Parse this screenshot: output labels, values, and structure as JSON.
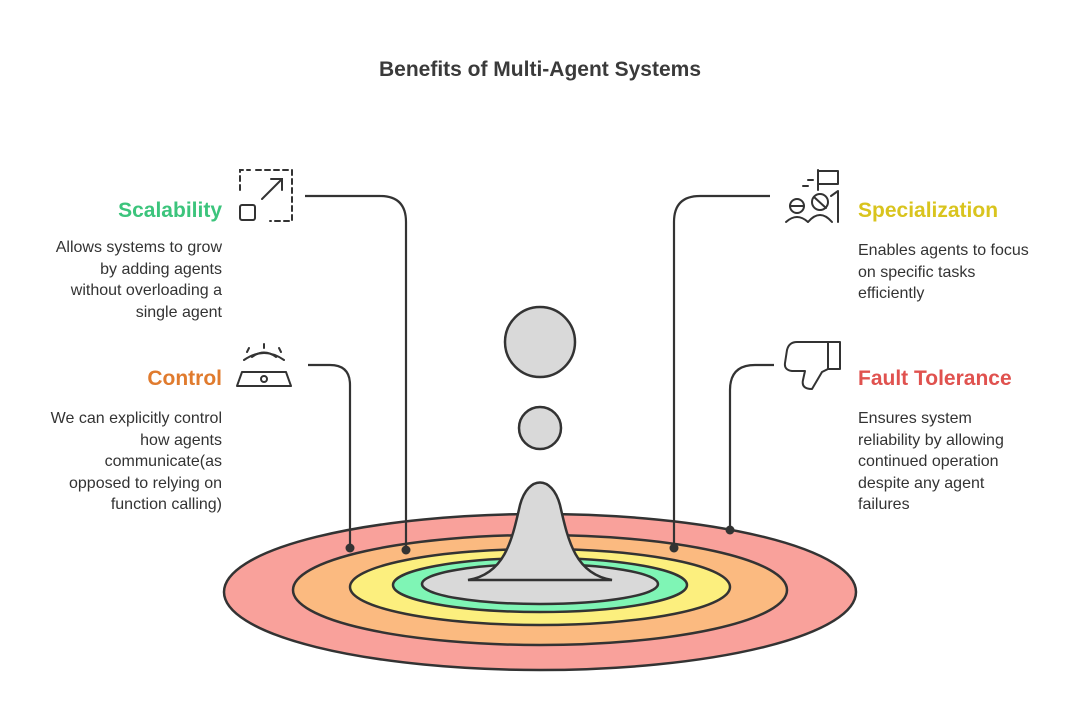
{
  "title": "Benefits of Multi-Agent Systems",
  "benefits": [
    {
      "heading": "Scalability",
      "color": "#3cc47c",
      "icon": "expand-arrows-icon",
      "description": [
        "Allows systems to grow",
        "by adding agents",
        "without overloading a",
        "single agent"
      ]
    },
    {
      "heading": "Control",
      "color": "#e07b2e",
      "icon": "control-console-icon",
      "description": [
        "We can explicitly control",
        "how agents",
        "communicate(as",
        "opposed to relying on",
        "function calling)"
      ]
    },
    {
      "heading": "Specialization",
      "color": "#d9c41e",
      "icon": "team-flag-icon",
      "description": [
        "Enables agents to focus",
        "on specific tasks",
        "efficiently"
      ]
    },
    {
      "heading": "Fault Tolerance",
      "color": "#e0524f",
      "icon": "thumbs-down-icon",
      "description": [
        "Ensures system",
        "reliability by allowing",
        "continued operation",
        "despite any agent",
        "failures"
      ]
    }
  ],
  "ring_colors": [
    "#f9a19b",
    "#fbba80",
    "#fcef7e",
    "#7ff5b5",
    "#d9d9d9"
  ],
  "drop_color": "#d9d9d9",
  "outline_color": "#333333"
}
